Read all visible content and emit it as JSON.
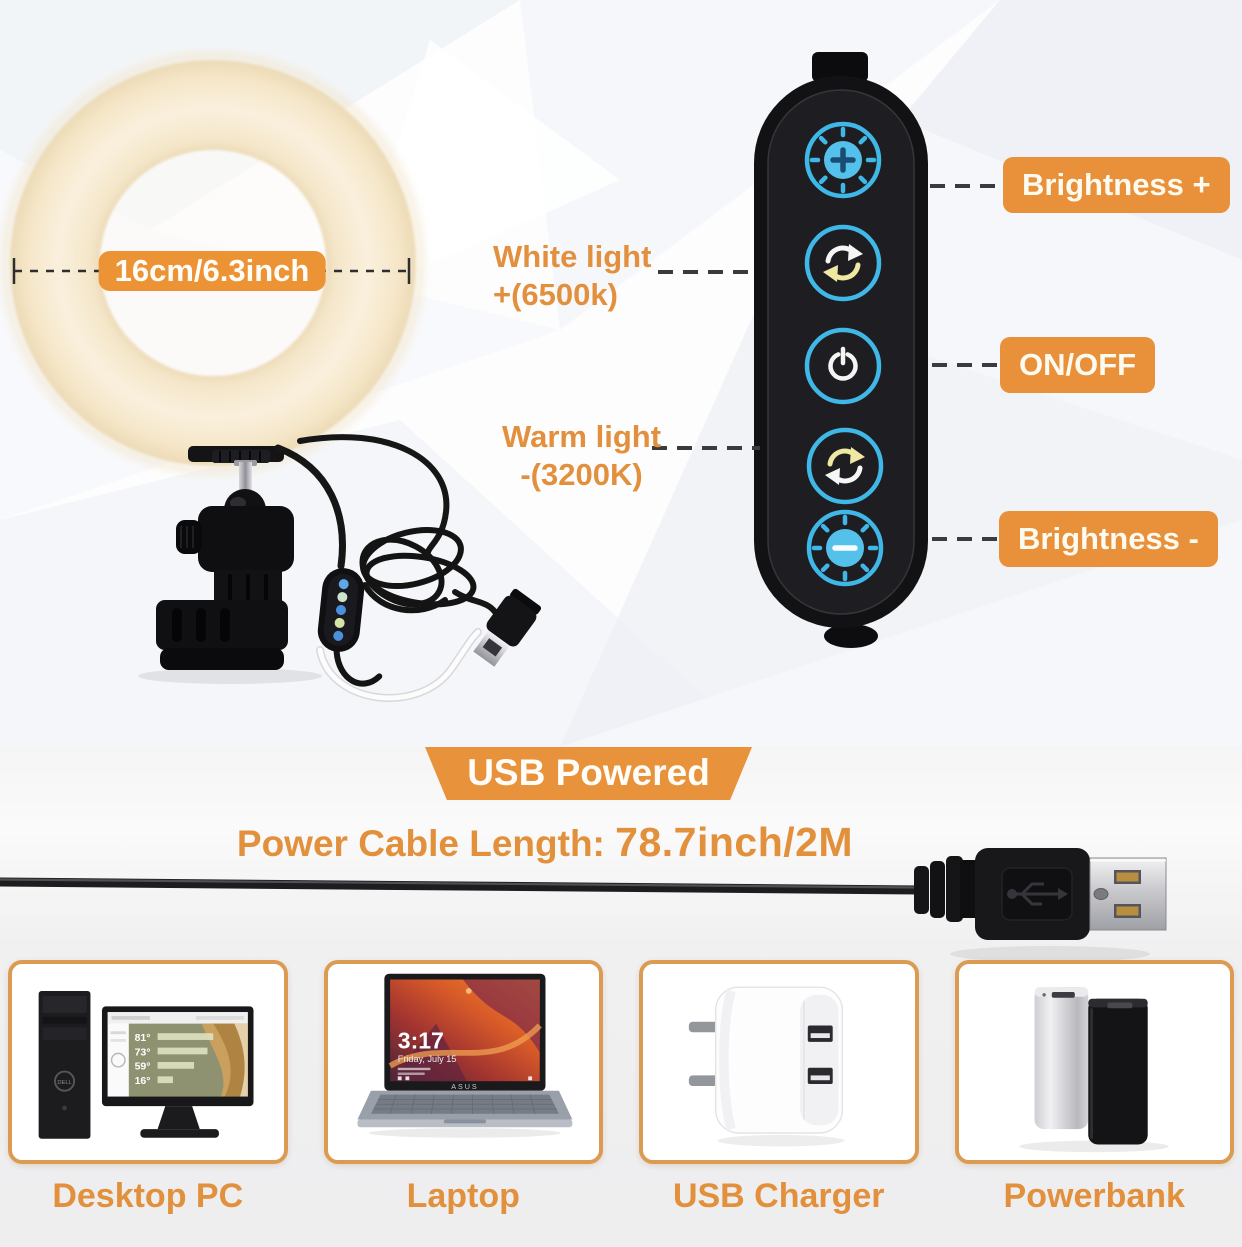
{
  "ring": {
    "dimension": "16cm/6.3inch"
  },
  "remote": {
    "white_light": {
      "line1": "White light",
      "line2": "+(6500k)"
    },
    "warm_light": {
      "line1": "Warm light",
      "line2": "-(3200K)"
    },
    "labels": {
      "brightness_plus": "Brightness +",
      "power": "ON/OFF",
      "brightness_minus": "Brightness -"
    },
    "buttons": [
      "brightness-plus",
      "color-cycle-white",
      "power",
      "color-cycle-warm",
      "brightness-minus"
    ]
  },
  "power": {
    "banner": "USB Powered",
    "cable_label": "Power Cable Length: ",
    "cable_value": "78.7inch/2M"
  },
  "compatibility": {
    "items": [
      {
        "label": "Desktop PC"
      },
      {
        "label": "Laptop"
      },
      {
        "label": "USB Charger"
      },
      {
        "label": "Powerbank"
      }
    ]
  },
  "screens": {
    "desktop": {
      "brand": "DELL",
      "temps": [
        "81°",
        "73°",
        "59°",
        "16°"
      ]
    },
    "laptop": {
      "brand": "ASUS",
      "time": "3:17",
      "date": "Friday, July 15"
    }
  },
  "colors": {
    "accent_orange": "#E8913A",
    "button_blue": "#3FB8E8",
    "warm_glow": "#F6E8CC"
  }
}
